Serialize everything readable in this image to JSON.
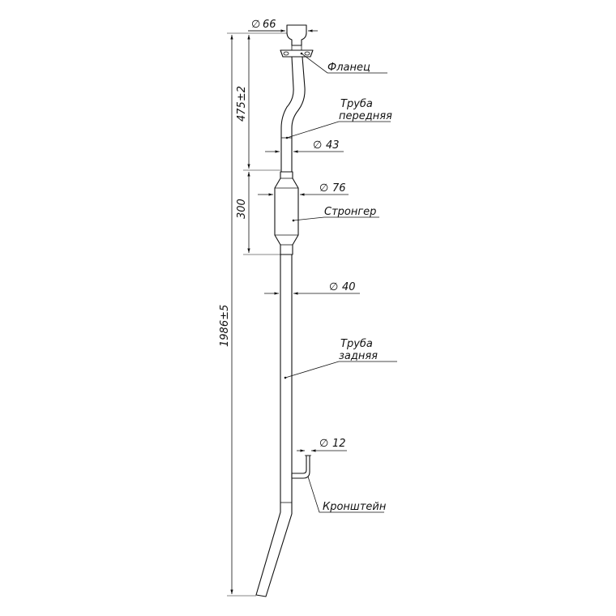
{
  "dimensions": {
    "d_flange": "66",
    "d_front_pipe": "43",
    "d_stronger": "76",
    "d_rear_pipe": "40",
    "d_bracket": "12",
    "len_front": "475±2",
    "len_stronger": "300",
    "len_total": "1986±5",
    "diameter_symbol": "∅"
  },
  "labels": {
    "flange": "Фланец",
    "front_pipe_1": "Труба",
    "front_pipe_2": "передняя",
    "stronger": "Стронгер",
    "rear_pipe_1": "Труба",
    "rear_pipe_2": "задняя",
    "bracket": "Кронштейн"
  }
}
